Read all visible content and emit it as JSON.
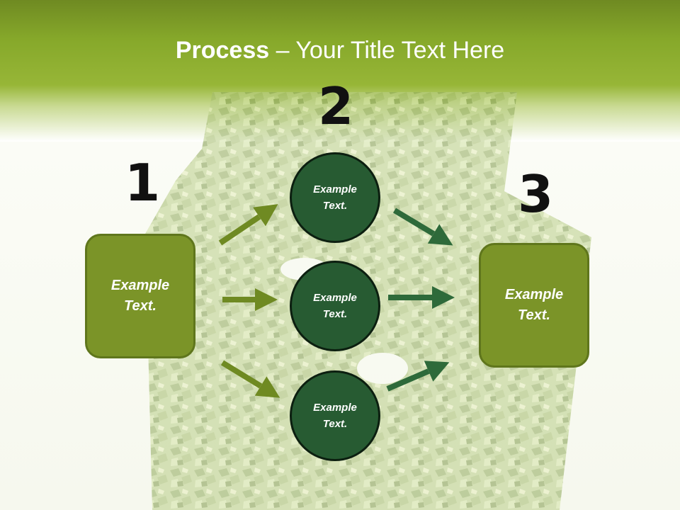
{
  "title": {
    "bold": "Process",
    "rest": " – Your Title Text Here"
  },
  "numbers": [
    "1",
    "2",
    "3"
  ],
  "boxes": {
    "left": {
      "line1": "Example",
      "line2": "Text."
    },
    "right": {
      "line1": "Example",
      "line2": "Text."
    }
  },
  "circles": [
    {
      "line1": "Example",
      "line2": "Text."
    },
    {
      "line1": "Example",
      "line2": "Text."
    },
    {
      "line1": "Example",
      "line2": "Text."
    }
  ],
  "colors": {
    "header": "#86a82a",
    "box": "#7b9428",
    "circle": "#275b32",
    "arrow_left": "#6f8a22",
    "arrow_right": "#2e6a3a",
    "leaves": "#b9cd8a"
  },
  "icons": [
    "arrow-right-icon",
    "leaf-arrow-backdrop"
  ]
}
